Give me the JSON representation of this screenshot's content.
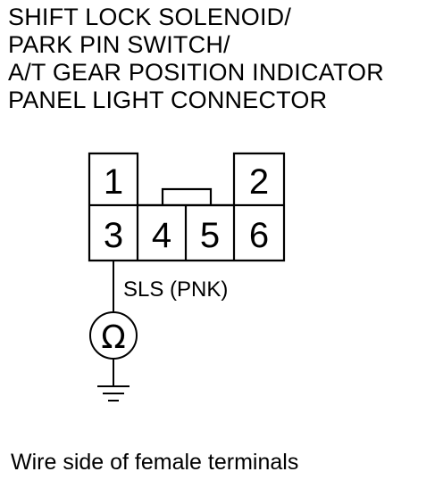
{
  "title": {
    "lines": [
      "SHIFT LOCK SOLENOID/",
      "PARK PIN SWITCH/",
      "A/T GEAR POSITION INDICATOR",
      "PANEL LIGHT CONNECTOR"
    ]
  },
  "connector": {
    "terminals": {
      "t1": "1",
      "t2": "2",
      "t3": "3",
      "t4": "4",
      "t5": "5",
      "t6": "6"
    }
  },
  "wire": {
    "label": "SLS (PNK)"
  },
  "ohmmeter": {
    "symbol": "Ω",
    "icon": "ohmmeter-icon"
  },
  "ground": {
    "icon": "ground-icon"
  },
  "caption": "Wire side of female terminals"
}
